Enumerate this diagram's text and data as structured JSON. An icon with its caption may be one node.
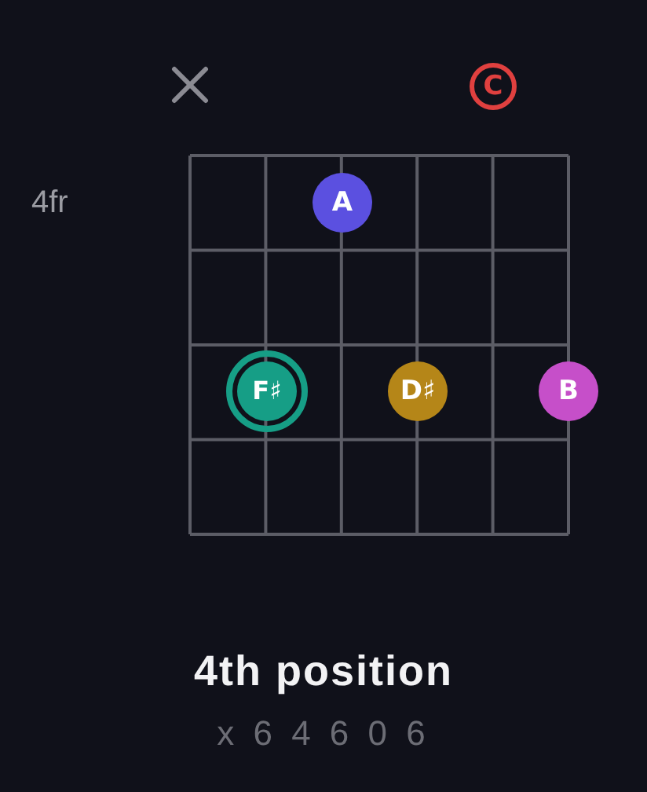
{
  "diagram": {
    "title": "4th position",
    "nodes": [
      {
        "text": [
          "C"
        ]
      },
      {
        "text": [
          "A"
        ]
      },
      {
        "text": [
          "F♯"
        ]
      },
      {
        "text": [
          "D♯"
        ]
      },
      {
        "text": [
          "B"
        ]
      }
    ],
    "labels": [
      "4fr",
      "x 6 4 6 0 6"
    ]
  }
}
